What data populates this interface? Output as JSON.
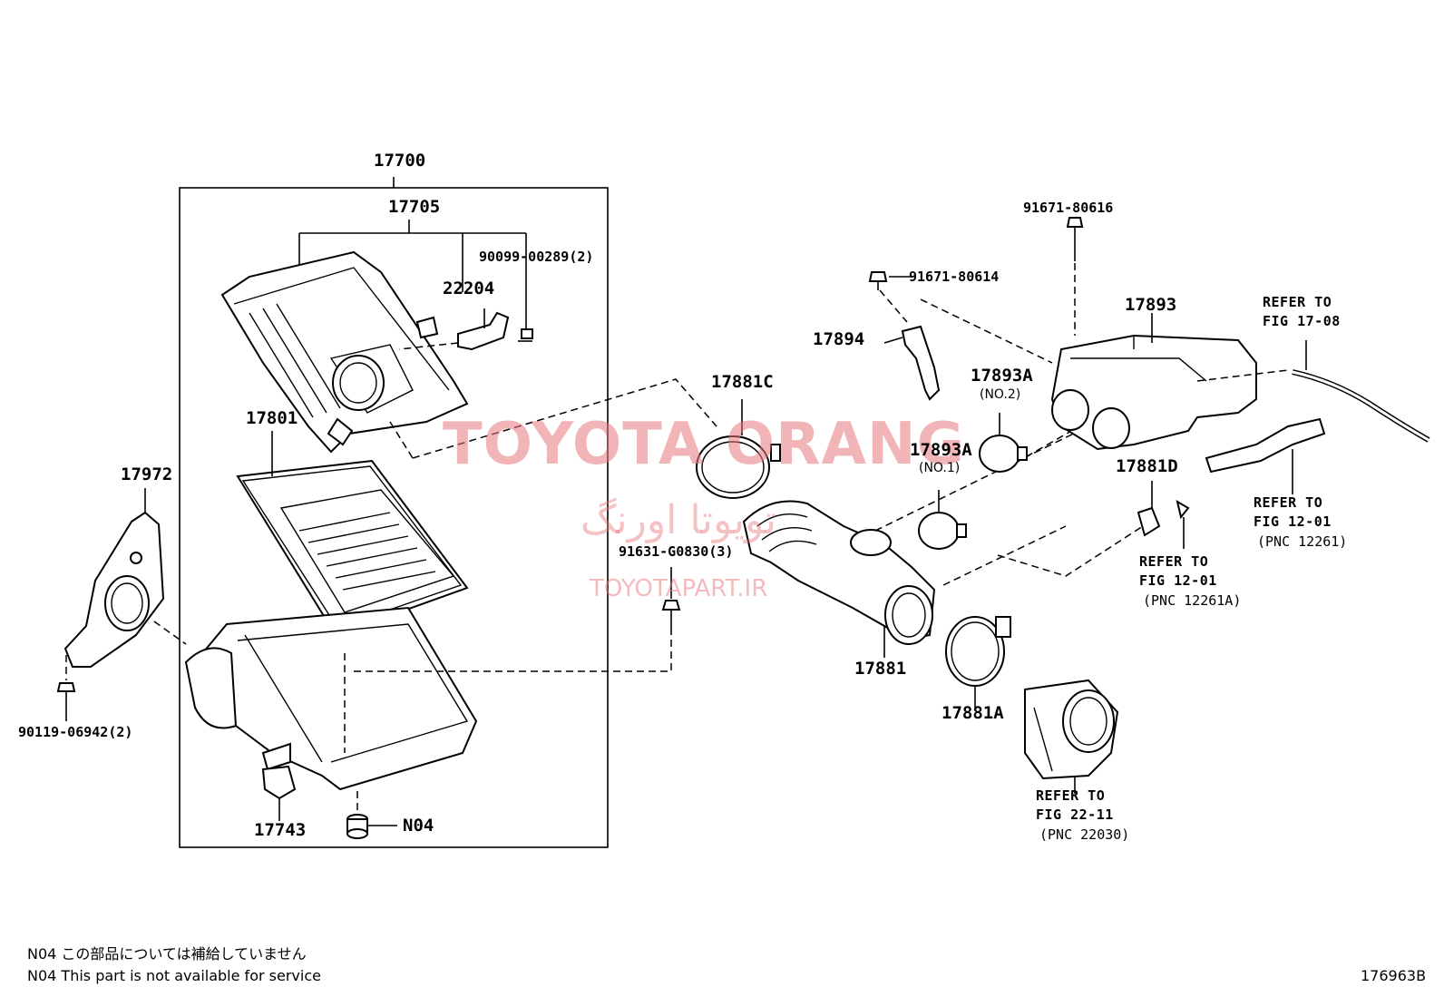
{
  "watermark": {
    "main": "TOYOTA ORANG",
    "persian": "تویوتا اورنگ",
    "url": "TOYOTAPART.IR"
  },
  "labels": {
    "p17700": "17700",
    "p17705": "17705",
    "p90099": "90099-00289(2)",
    "p22204": "22204",
    "p17801": "17801",
    "p17972": "17972",
    "p90119": "90119-06942(2)",
    "p17743": "17743",
    "pN04": "N04",
    "p17881C": "17881C",
    "p91631": "91631-G0830(3)",
    "p17881": "17881",
    "p17881A": "17881A",
    "p17894": "17894",
    "p91671a": "91671-80614",
    "p91671b": "91671-80616",
    "p17893": "17893",
    "p17893A_2": "17893A",
    "no2": "(NO.2)",
    "p17893A_1": "17893A",
    "no1": "(NO.1)",
    "p17881D": "17881D"
  },
  "refs": {
    "r1708_a": "REFER TO",
    "r1708_b": "FIG 17-08",
    "r1201a_a": "REFER TO",
    "r1201a_b": "FIG 12-01",
    "r1201a_c": "(PNC 12261)",
    "r1201b_a": "REFER TO",
    "r1201b_b": "FIG 12-01",
    "r1201b_c": "(PNC 12261A)",
    "r2211_a": "REFER TO",
    "r2211_b": "FIG 22-11",
    "r2211_c": "(PNC 22030)"
  },
  "footer": {
    "note_jp": "N04 この部品については補給していません",
    "note_en": "N04 This part is not available for service",
    "figure_code": "176963B"
  }
}
